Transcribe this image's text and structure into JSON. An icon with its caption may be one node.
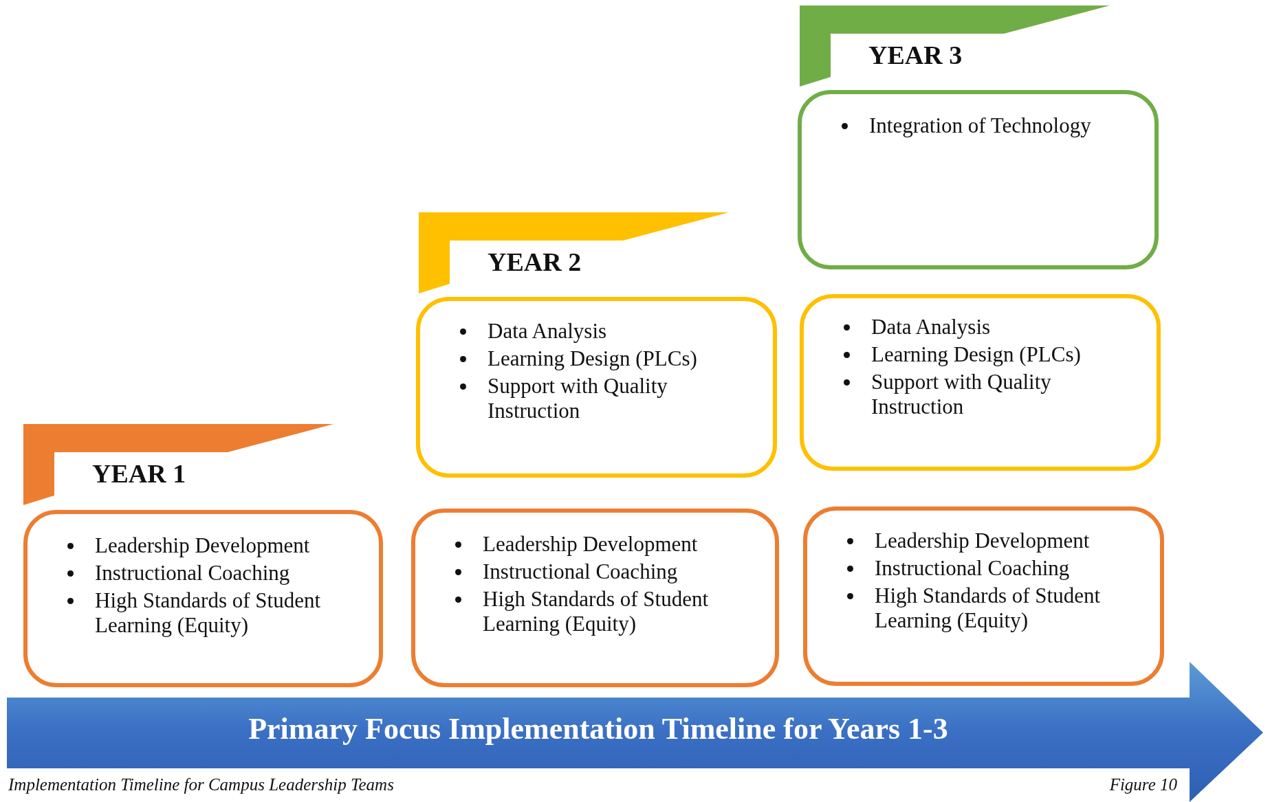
{
  "diagram": {
    "caption": "Implementation Timeline for Campus Leadership Teams",
    "nodes": [
      {
        "text": [
          "YEAR 3"
        ]
      },
      {
        "text": [
          "Integration of Technology"
        ]
      },
      {
        "text": [
          "YEAR 2"
        ]
      },
      {
        "text": [
          "Data Analysis",
          "Learning Design (PLCs)",
          "Support with Quality Instruction"
        ]
      },
      {
        "text": [
          "Data Analysis",
          "Learning Design (PLCs)",
          "Support with Quality Instruction"
        ]
      },
      {
        "text": [
          "YEAR 1"
        ]
      },
      {
        "text": [
          "Leadership Development",
          "Instructional Coaching",
          "High Standards of Student Learning (Equity)"
        ]
      },
      {
        "text": [
          "Leadership Development",
          "Instructional Coaching",
          "High Standards of Student Learning (Equity)"
        ]
      },
      {
        "text": [
          "Leadership Development",
          "Instructional Coaching",
          "High Standards of Student Learning (Equity)"
        ]
      },
      {
        "text": [
          "Primary Focus Implementation Timeline for Years 1-3"
        ]
      }
    ],
    "labels": [
      "Figure 10"
    ]
  }
}
